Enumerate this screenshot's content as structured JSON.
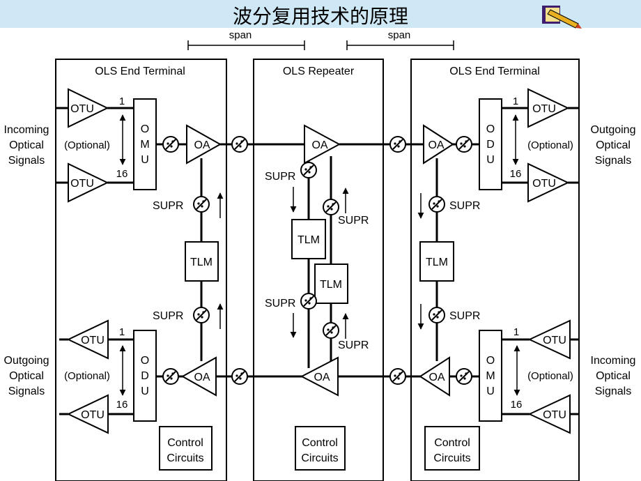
{
  "slide": {
    "title": "波分复用技术的原理",
    "icon": "notebook-pencil-icon"
  },
  "diagram": {
    "span": "span",
    "ols_end_terminal": "OLS End Terminal",
    "ols_repeater": "OLS Repeater",
    "otu": "OTU",
    "oa": "OA",
    "omu": [
      "O",
      "M",
      "U"
    ],
    "odu": [
      "O",
      "D",
      "U"
    ],
    "optional": "(Optional)",
    "ch_first": "1",
    "ch_last": "16",
    "supr": "SUPR",
    "tlm": "TLM",
    "control_line1": "Control",
    "control_line2": "Circuits",
    "incoming": [
      "Incoming",
      "Optical",
      "Signals"
    ],
    "outgoing": [
      "Outgoing",
      "Optical",
      "Signals"
    ]
  }
}
